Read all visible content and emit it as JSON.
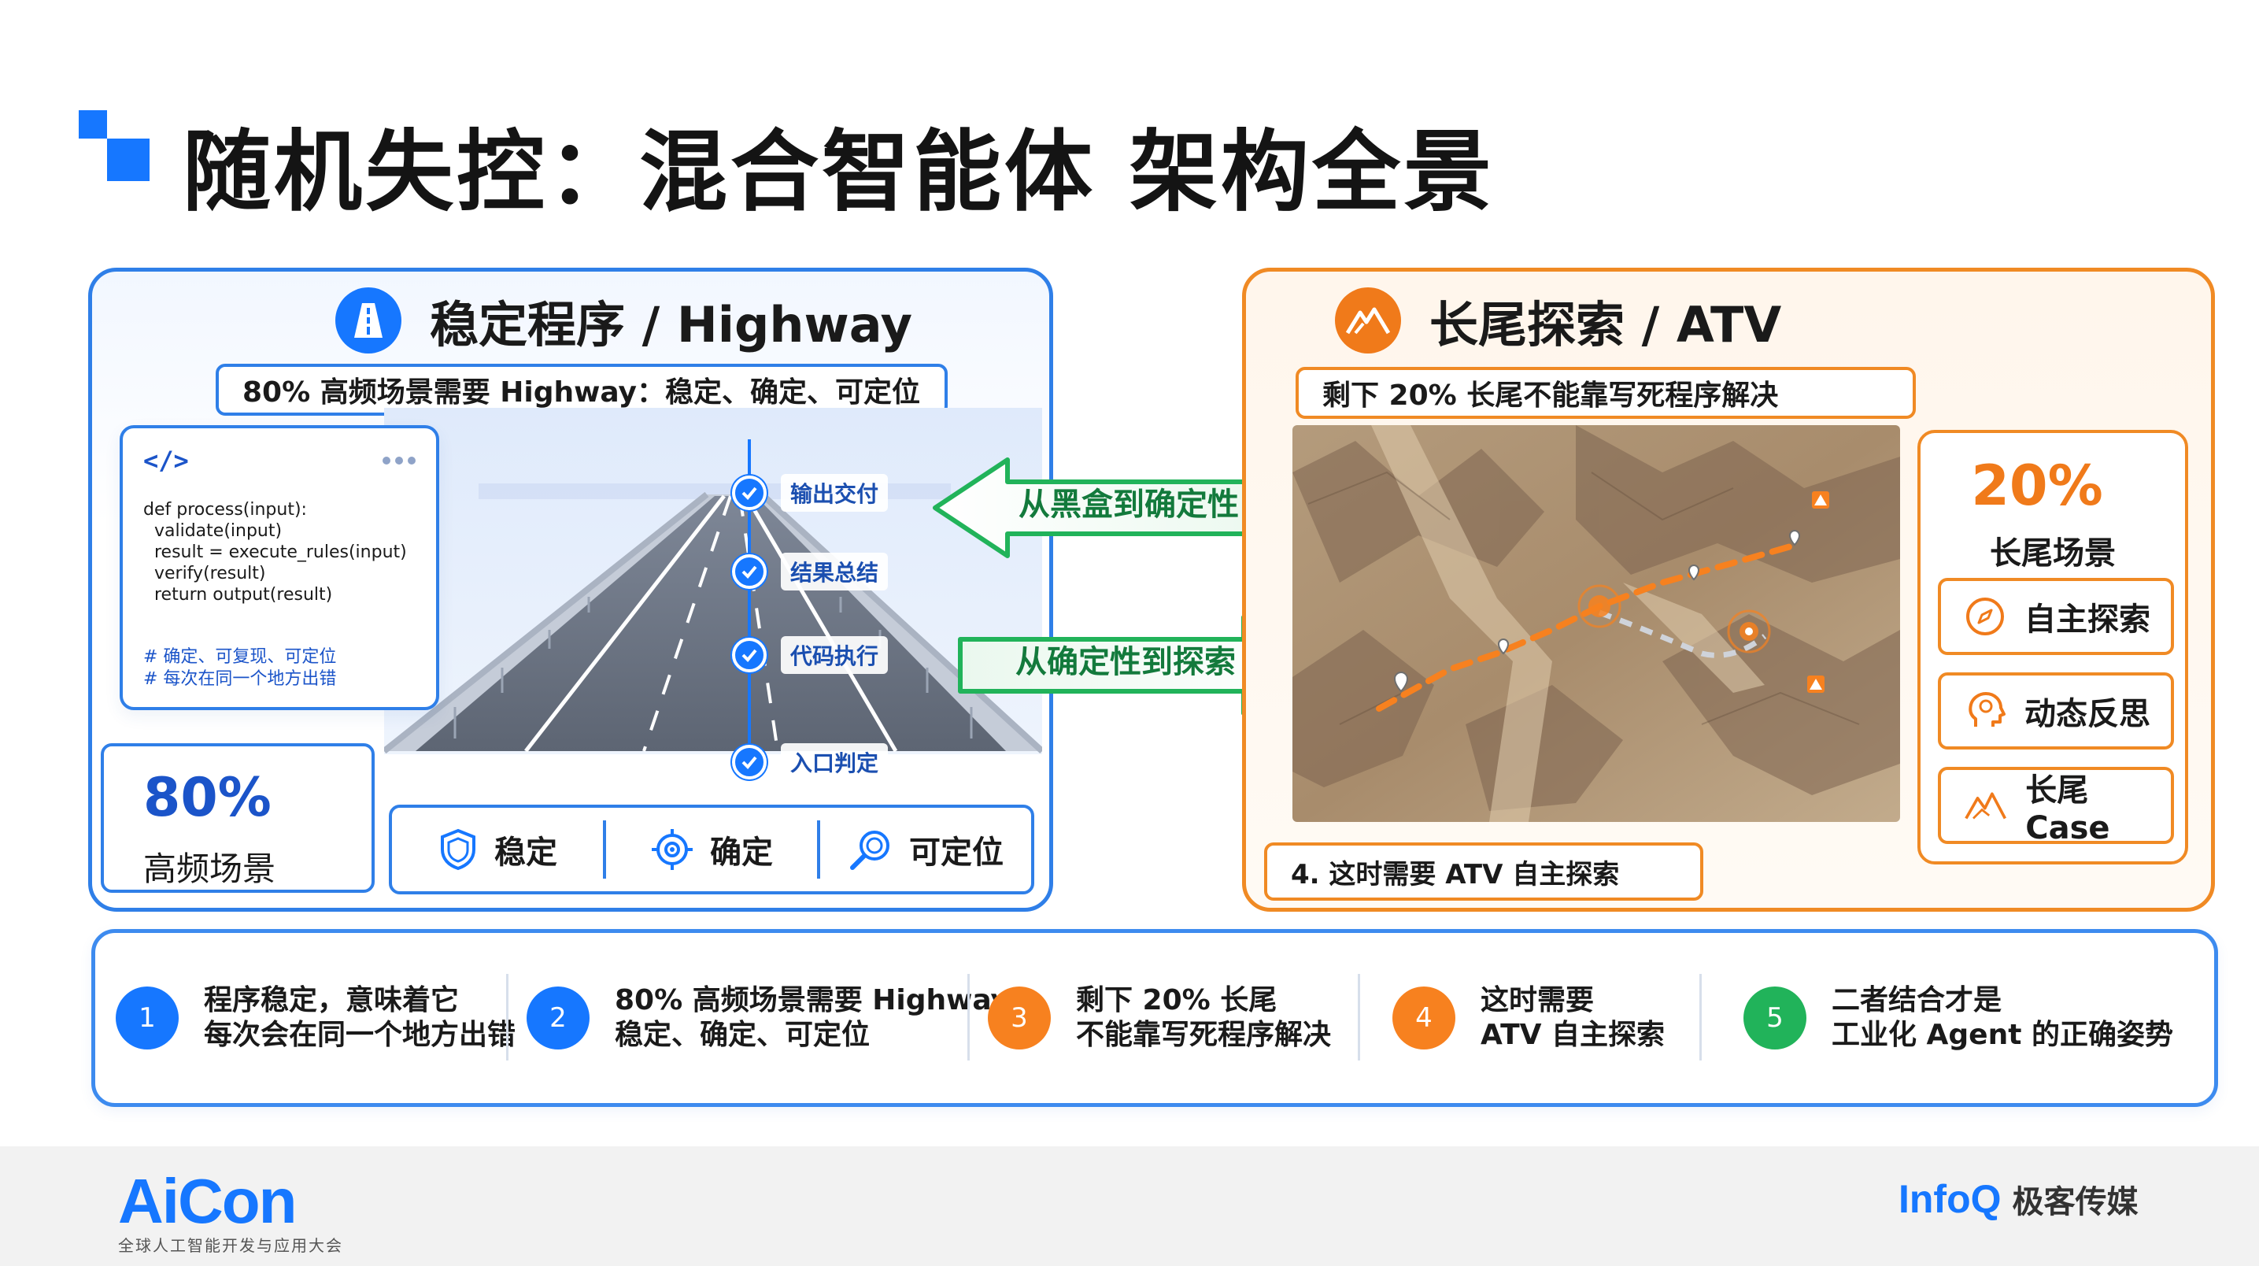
{
  "title": "随机失控：混合智能体 架构全景",
  "left_panel": {
    "heading": "稳定程序 / Highway",
    "subtitle": "80% 高频场景需要 Highway：稳定、确定、可定位",
    "code": {
      "tag": "</>",
      "lines": [
        "def process(input):",
        "  validate(input)",
        "  result = execute_rules(input)",
        "  verify(result)",
        "  return output(result)"
      ],
      "comments": [
        "# 确定、可复现、可定位",
        "# 每次在同一个地方出错"
      ]
    },
    "steps": [
      "输出交付",
      "结果总结",
      "代码执行",
      "入口判定"
    ],
    "stat": {
      "value": "80%",
      "label": "高频场景"
    },
    "properties": [
      {
        "label": "稳定",
        "icon": "shield-icon"
      },
      {
        "label": "确定",
        "icon": "target-icon"
      },
      {
        "label": "可定位",
        "icon": "magnifier-icon"
      }
    ]
  },
  "arrows": {
    "to_left": "从黑盒到确定性",
    "to_right": "从确定性到探索"
  },
  "right_panel": {
    "heading": "长尾探索 / ATV",
    "subtitle": "剩下 20% 长尾不能靠写死程序解决",
    "caption": "4. 这时需要 ATV 自主探索",
    "stat": {
      "value": "20%",
      "label": "长尾场景"
    },
    "chips": [
      {
        "label": "自主探索",
        "icon": "compass-icon"
      },
      {
        "label": "动态反思",
        "icon": "head-gear-icon"
      },
      {
        "label": "长尾 Case",
        "icon": "mountain-icon"
      }
    ]
  },
  "summary": [
    {
      "num": "1",
      "color": "#1677ff",
      "lines": [
        "程序稳定，意味着它",
        "每次会在同一个地方出错"
      ]
    },
    {
      "num": "2",
      "color": "#1677ff",
      "lines": [
        "80% 高频场景需要 Highway",
        "稳定、确定、可定位"
      ]
    },
    {
      "num": "3",
      "color": "#f7811f",
      "lines": [
        "剩下 20% 长尾",
        "不能靠写死程序解决"
      ]
    },
    {
      "num": "4",
      "color": "#f7811f",
      "lines": [
        "这时需要",
        "ATV 自主探索"
      ]
    },
    {
      "num": "5",
      "color": "#21b35a",
      "lines": [
        "二者结合才是",
        "工业化 Agent 的正确姿势"
      ]
    }
  ],
  "footer": {
    "left_logo": "AiCon",
    "left_logo_sub": "全球人工智能开发与应用大会",
    "right_logo": "InfoQ",
    "right_logo_cn": "极客传媒"
  },
  "colors": {
    "blue": "#1677ff",
    "orange": "#f07a1a",
    "green": "#21b35a"
  }
}
